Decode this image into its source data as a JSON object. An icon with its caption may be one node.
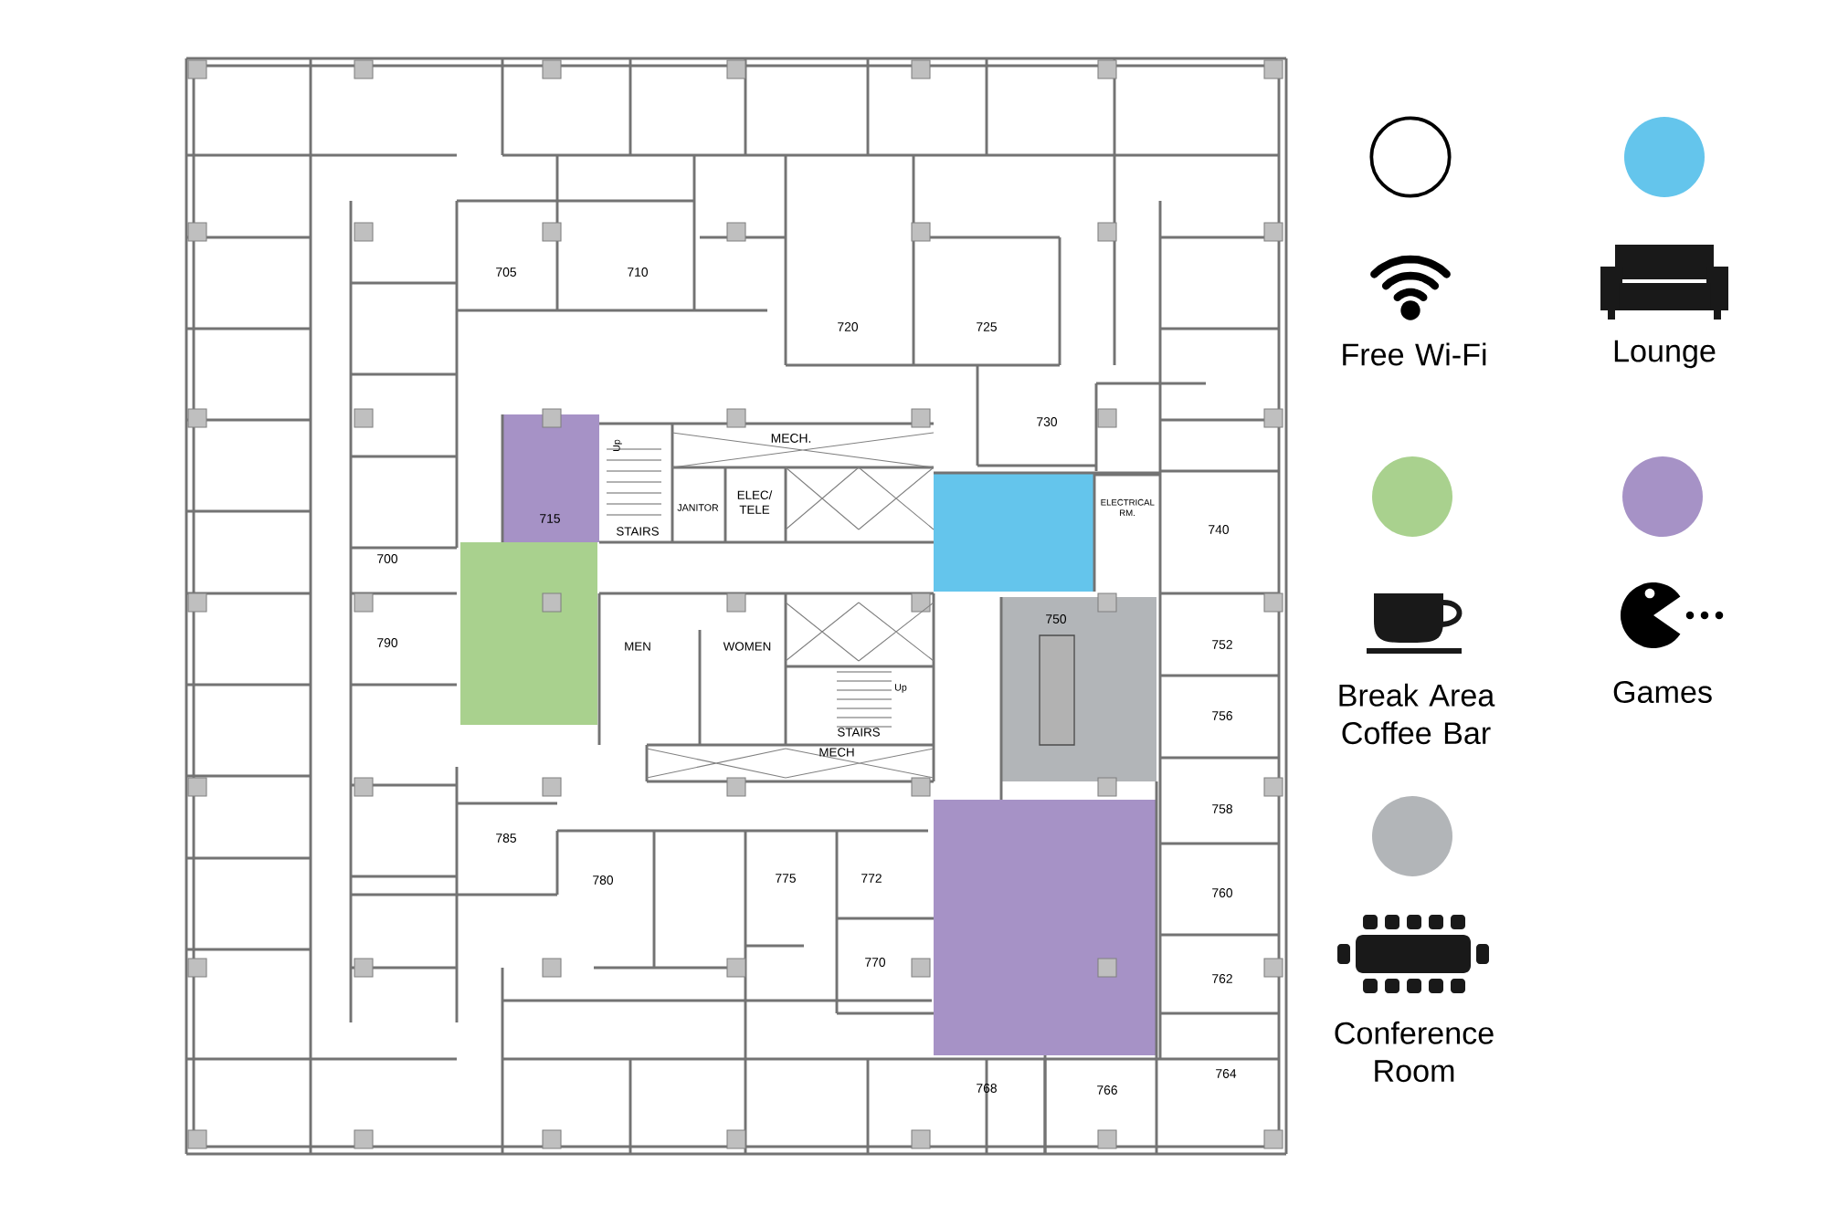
{
  "diagram": {
    "labels": [
      "705",
      "710",
      "720",
      "725",
      "730",
      "MECH.",
      "Up",
      "JANITOR",
      "ELEC/ TELE",
      "715",
      "STAIRS",
      "ELECTRICAL RM.",
      "740",
      "700",
      "790",
      "MEN",
      "WOMEN",
      "750",
      "752",
      "Up",
      "STAIRS",
      "MECH",
      "756",
      "758",
      "785",
      "780",
      "775",
      "772",
      "760",
      "770",
      "762",
      "764",
      "768",
      "766"
    ],
    "legend": [
      {
        "text": "Free Wi-Fi"
      },
      {
        "text": "Lounge",
        "color": "#64c5ec"
      },
      {
        "text": "Break Area Coffee Bar",
        "color": "#a9d18e"
      },
      {
        "text": "Games",
        "color": "#a692c6"
      },
      {
        "text": "Conference Room",
        "color": "#b2b5b8"
      }
    ]
  }
}
